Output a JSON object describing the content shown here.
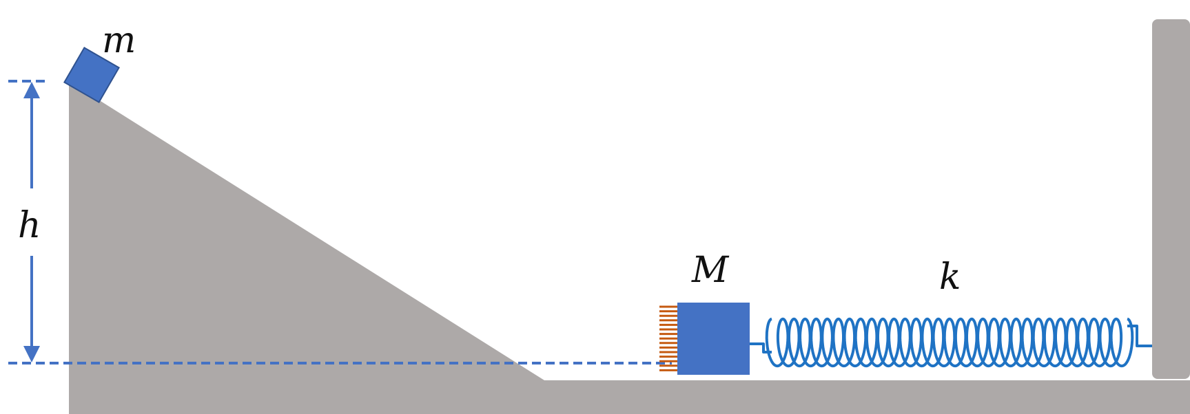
{
  "labels": {
    "small_mass": "m",
    "height": "h",
    "large_mass": "M",
    "spring_constant": "k"
  },
  "colors": {
    "surface": "#ADA9A8",
    "block": "#4472C4",
    "block_edge": "#2F528F",
    "dashed_line": "#4472C4",
    "arrow": "#4472C4",
    "spring": "#1F73C4",
    "velcro": "#C55A11",
    "text": "#111111"
  }
}
